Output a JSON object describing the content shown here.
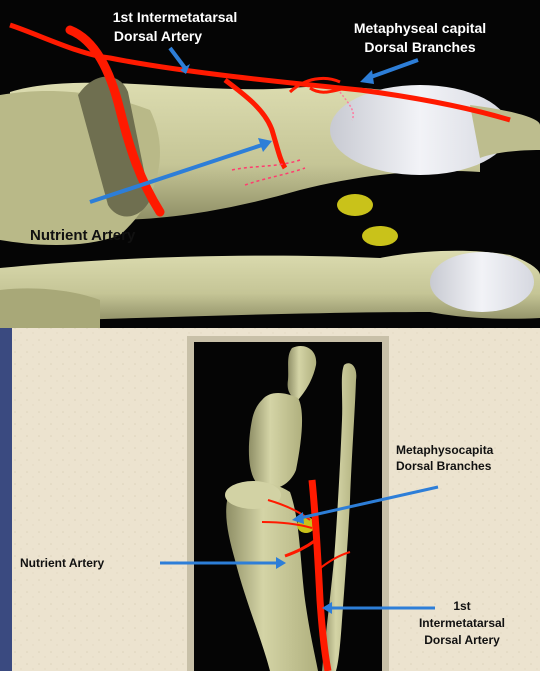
{
  "top_panel": {
    "labels": {
      "first_intermetatarsal_line1": "1st Intermetatarsal",
      "first_intermetatarsal_line2": "Dorsal Artery",
      "metaphyseal_line1": "Metaphyseal capital",
      "metaphyseal_line2": "Dorsal Branches",
      "nutrient_artery": "Nutrient Artery"
    }
  },
  "bottom_panel": {
    "labels": {
      "metaphysocapital_line1": "Metaphysocapita",
      "metaphysocapital_line2": "Dorsal Branches",
      "nutrient_artery": "Nutrient Artery",
      "first_intermetatarsal_line1": "1st",
      "first_intermetatarsal_line2": "Intermetatarsal",
      "first_intermetatarsal_line3": "Dorsal Artery"
    }
  },
  "colors": {
    "background_dark": "#050505",
    "bone": "#cfcf9f",
    "bone_shadow": "#8f8f65",
    "artery": "#ff1a00",
    "arrow_blue": "#2d7ed8",
    "cartilage": "#e8eaf0",
    "sesamoid": "#c9c21a",
    "parchment": "#ece3cf",
    "side_bar": "#3a4a80"
  }
}
